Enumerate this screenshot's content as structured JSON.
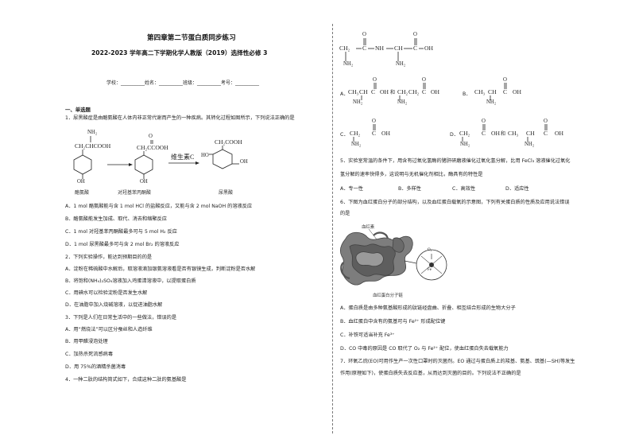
{
  "header": {
    "title": "第四章第二节蛋白质同步练习",
    "subtitle": "2022-2023 学年高二下学期化学人教版（2019）选择性必修 3",
    "info": "学校：__________姓名：__________班级：__________考号：__________"
  },
  "section1": "一、单选题",
  "q1": {
    "stem": "1．尿黑酸症是由酪氨酸在人体内非正常代谢而产生的一种疾病。其转化过程如图所示，下列说法正确的是",
    "molecules": {
      "tyrosine": {
        "nh2": "NH₂",
        "chain": "CH₂CHCOOH",
        "oh": "OH",
        "caption": "酪氨酸"
      },
      "hppa": {
        "o": "O",
        "chain": "CH₂CCOOH",
        "oh": "OH",
        "caption": "对羟基苯丙酮酸"
      },
      "arrow_label": "维生素C",
      "hga": {
        "chain": "CH₂COOH",
        "ho": "HO",
        "oh": "OH",
        "caption": "尿黑酸"
      }
    },
    "options": [
      "A．1 mol 酪氨酸能与含 1 mol HCl 的盐酸反应，又能与含 2 mol NaOH 的溶液反应",
      "B．酪氨酸能发生加成、取代、消去和缩聚反应",
      "C．1 mol 对羟基苯丙酮酸最多可与 5 mol H₂ 反应",
      "D．1 mol 尿黑酸最多可与含 2 mol Br₂ 的溶液反应"
    ]
  },
  "q2": {
    "stem": "2．下列实验操作，能达到预期目的的是",
    "options": [
      "A．淀粉在稀硫酸中水解后，取溶液滴加银氨溶液看是否有银镜生成，判断淀粉是否水解",
      "B．将饱和(NH₄)₂SO₄溶液加入鸡蛋清溶液中，以提取蛋白质",
      "C．用碘水可以检验淀粉是否发生水解",
      "D．在油脂中加入烧碱溶液，以促进油脂水解"
    ]
  },
  "q3": {
    "stem": "3．下列是人们在日常生活中的一些做法，错误的是",
    "options": [
      "A．用“燃烧法”可以区分蚕丝和人造纤维",
      "B．用甲醛浸泡处理",
      "C．加热杀死流感病毒",
      "D．用 75%的酒精杀菌消毒"
    ]
  },
  "q4": {
    "stem": "4．一种二肽的结构简式如下，合成这种二肽的氨基酸是"
  },
  "q4_right": {
    "dipeptide": {
      "o1": "O",
      "o2": "O",
      "ch2": "CH₂",
      "c1": "C",
      "nh": "NH",
      "ch": "CH",
      "c2": "C",
      "oh": "OH",
      "nh2a": "NH₂",
      "nh2b": "NH₂"
    },
    "optA_label": "A．",
    "optA_left": {
      "ch3": "CH₃",
      "ch": "CH",
      "c": "C",
      "oh": "OH",
      "o": "O",
      "nh2": "NH₂"
    },
    "optA_right": {
      "ch2": "CH₂",
      "c": "C",
      "oh": "OH",
      "o": "O",
      "nh2": "NH₂",
      "link": "和"
    },
    "optB_label": "B．",
    "optB_mol": {
      "ch3": "CH₃",
      "ch": "CH",
      "c": "C",
      "oh": "OH",
      "o": "O",
      "nh2": "NH₂"
    },
    "optC_label": "C．",
    "optC_mol": {
      "ch2": "CH₂",
      "c": "C",
      "oh": "OH",
      "o": "O",
      "nh2": "NH₂"
    },
    "optD_label": "D．",
    "optD_left": {
      "ch2": "CH₂",
      "c": "C",
      "oh": "OH",
      "o": "O",
      "nh2": "NH₂",
      "link": "和"
    },
    "optD_right": {
      "ch3": "CH₃",
      "ch": "CH",
      "c": "C",
      "oh": "OH",
      "o": "O",
      "nh2": "NH₂"
    }
  },
  "q5": {
    "stem_line1": "5．实验室常温的条件下，用含有过氧化氢酶的猪肝研磨液催化过氧化氢分解，比用 FeCl₃ 溶液催化过氧化",
    "stem_line2": "氢分解的速率快得多，这说明与无机催化剂相比，酶具有的特性是",
    "options": [
      "A．专一性",
      "B．多样性",
      "C．高效性",
      "D．适应性"
    ]
  },
  "q6": {
    "stem_line1": "6．下图为血红蛋白分子的部分结构，以及血红蛋白载氧的示意图，下列有关蛋白质的性质及应用说法错误",
    "stem_line2": "的是",
    "fig_label_top": "血红素",
    "fig_label_bottom": "血红蛋白分子链",
    "heme": {
      "fe": "Fe",
      "o2": "O₂"
    },
    "options": [
      "A．蛋白质是由多种氨基酸形成的肽链经盘曲、折叠、相互结合形成的生物大分子",
      "B．血红蛋白中含有的氨基可与 Fe²⁺ 形成配位键",
      "C．补铁可适当补充 Fe³⁺",
      "D．CO 中毒的原因是 CO 取代了 O₂ 与 Fe²⁺ 配位，使血红蛋白失去载氧能力"
    ]
  },
  "q7": {
    "line1": "7．环氧乙烷(EO)可用作生产一次性口罩时的灭菌剂。EO 通过与蛋白质上的羧基、氨基、巯基(—SH)等发生",
    "line2": "作用(原理如下)，使蛋白质失去反应基，从而达到灭菌的目的。下列说法不正确的是"
  }
}
